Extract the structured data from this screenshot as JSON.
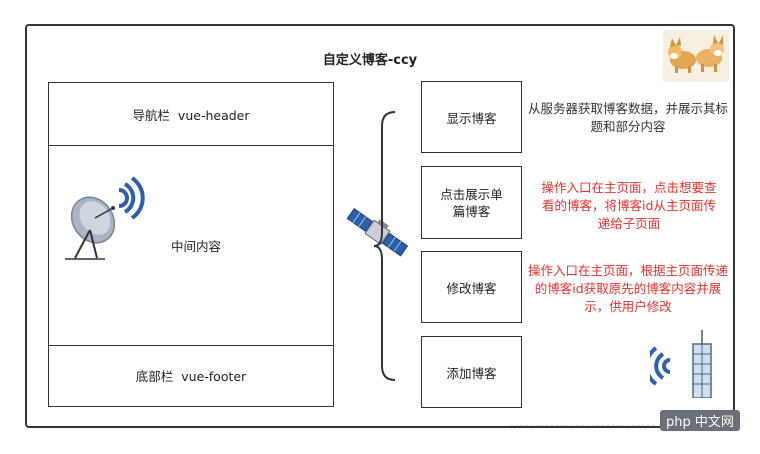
{
  "title": "自定义博客-ccy",
  "layout": {
    "header": "导航栏  vue-header",
    "middle": "中间内容",
    "footer": "底部栏  vue-footer"
  },
  "features": [
    {
      "label": "显示博客",
      "desc": "从服务器获取博客数据，并展示其标题和部分内容",
      "color": "black"
    },
    {
      "label": "点击展示单篇博客",
      "desc": "操作入口在主页面，点击想要查看的博客，将博客id从主页面传递给子页面",
      "color": "red"
    },
    {
      "label": "修改博客",
      "desc": "操作入口在主页面，根据主页面传递的博客id获取原先的博客内容并展示，供用户修改",
      "color": "red"
    },
    {
      "label": "添加博客",
      "desc": "",
      "color": "black"
    }
  ],
  "watermark": "php 中文网",
  "colors": {
    "red": "#e8302e",
    "border": "#333333",
    "blue": "#2b5fae"
  },
  "icons": [
    "satellite-dish-icon",
    "satellite-icon",
    "corgi-dogs-image",
    "signal-tower-icon"
  ]
}
